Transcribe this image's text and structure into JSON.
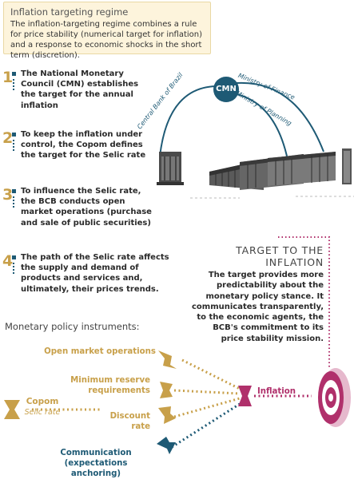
{
  "intro": {
    "title": "Inflation targeting regime",
    "text": "The inflation-targeting regime combines a rule for price stability (numerical target for inflation) and a response to economic shocks in the short term (discretion)."
  },
  "steps": [
    {
      "num": "1",
      "text": "The National Monetary Council (CMN) establishes the target for the annual inflation"
    },
    {
      "num": "2",
      "text": "To keep the inflation under control, the Copom defines the target for the Selic rate"
    },
    {
      "num": "3",
      "text": "To influence the Selic rate, the BCB conducts open market operations (purchase and sale of public securities)"
    },
    {
      "num": "4",
      "text": "The path of the Selic rate affects the supply and demand of products and services and, ultimately, their prices trends."
    }
  ],
  "cmn": {
    "label": "CMN",
    "arc_left": "Central Bank of Brazil",
    "arc_right_top": "Ministry of Finance",
    "arc_right_bottom": "Ministry of Planning"
  },
  "target": {
    "heading_line1": "TARGET TO THE",
    "heading_line2": "INFLATION",
    "text": "The target provides more predictability about the monetary policy stance. It communicates transparently, to the economic agents, the BCB's commitment to its price stability mission."
  },
  "instruments": {
    "title": "Monetary policy instruments:",
    "copom": "Copom",
    "selic": "Selic rate",
    "open_market": "Open market operations",
    "reserve_line1": "Minimum reserve",
    "reserve_line2": "requirements",
    "discount_line1": "Discount",
    "discount_line2": "rate",
    "comm_line1": "Communication",
    "comm_line2": "(expectations anchoring)",
    "inflation": "Inflation"
  },
  "colors": {
    "gold": "#c8a04a",
    "teal": "#1e5a75",
    "pink": "#b0306b"
  }
}
